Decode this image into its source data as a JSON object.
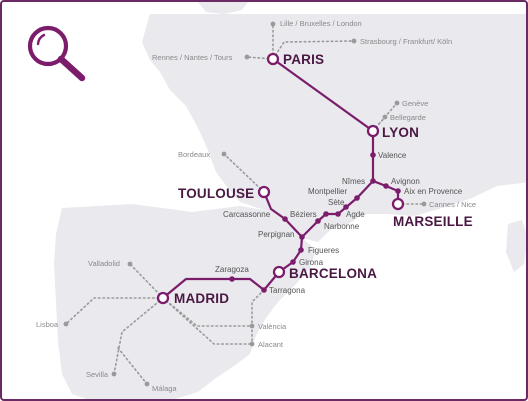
{
  "colors": {
    "route": "#7b1d6b",
    "land": "#e9e9ee",
    "sea": "#ffffff",
    "branch": "#9a9a9a",
    "big_label": "#4a1842",
    "frame": "#6b2a63"
  },
  "icons": {
    "search": "magnifier-icon"
  },
  "major_cities": {
    "paris": "PARIS",
    "lyon": "LYON",
    "marseille": "MARSEILLE",
    "toulouse": "TOULOUSE",
    "barcelona": "BARCELONA",
    "madrid": "MADRID"
  },
  "stations": {
    "valence": "Valence",
    "nimes": "Nîmes",
    "montpellier": "Montpellier",
    "sete": "Sète",
    "agde": "Agde",
    "beziers": "Béziers",
    "narbonne": "Narbonne",
    "avignon": "Avignon",
    "aix": "Aix en Provence",
    "carcassonne": "Carcassonne",
    "perpignan": "Perpignan",
    "figueres": "Figueres",
    "girona": "Girona",
    "zaragoza": "Zaragoza",
    "tarragona": "Tarragona"
  },
  "connections": {
    "lille": "Lille / Bruxelles / London",
    "strasbourg": "Strasbourg / Frankfurt/ Köln",
    "rennes": "Rennes / Nantes / Tours",
    "geneve": "Genève",
    "bellegarde": "Bellegarde",
    "bordeaux": "Bordeaux",
    "cannes": "Cannes / Nice",
    "valladolid": "Valladolid",
    "lisboa": "Lisboa",
    "valencia": "València",
    "alacant": "Alacant",
    "sevilla": "Sevilla",
    "malaga": "Málaga"
  }
}
